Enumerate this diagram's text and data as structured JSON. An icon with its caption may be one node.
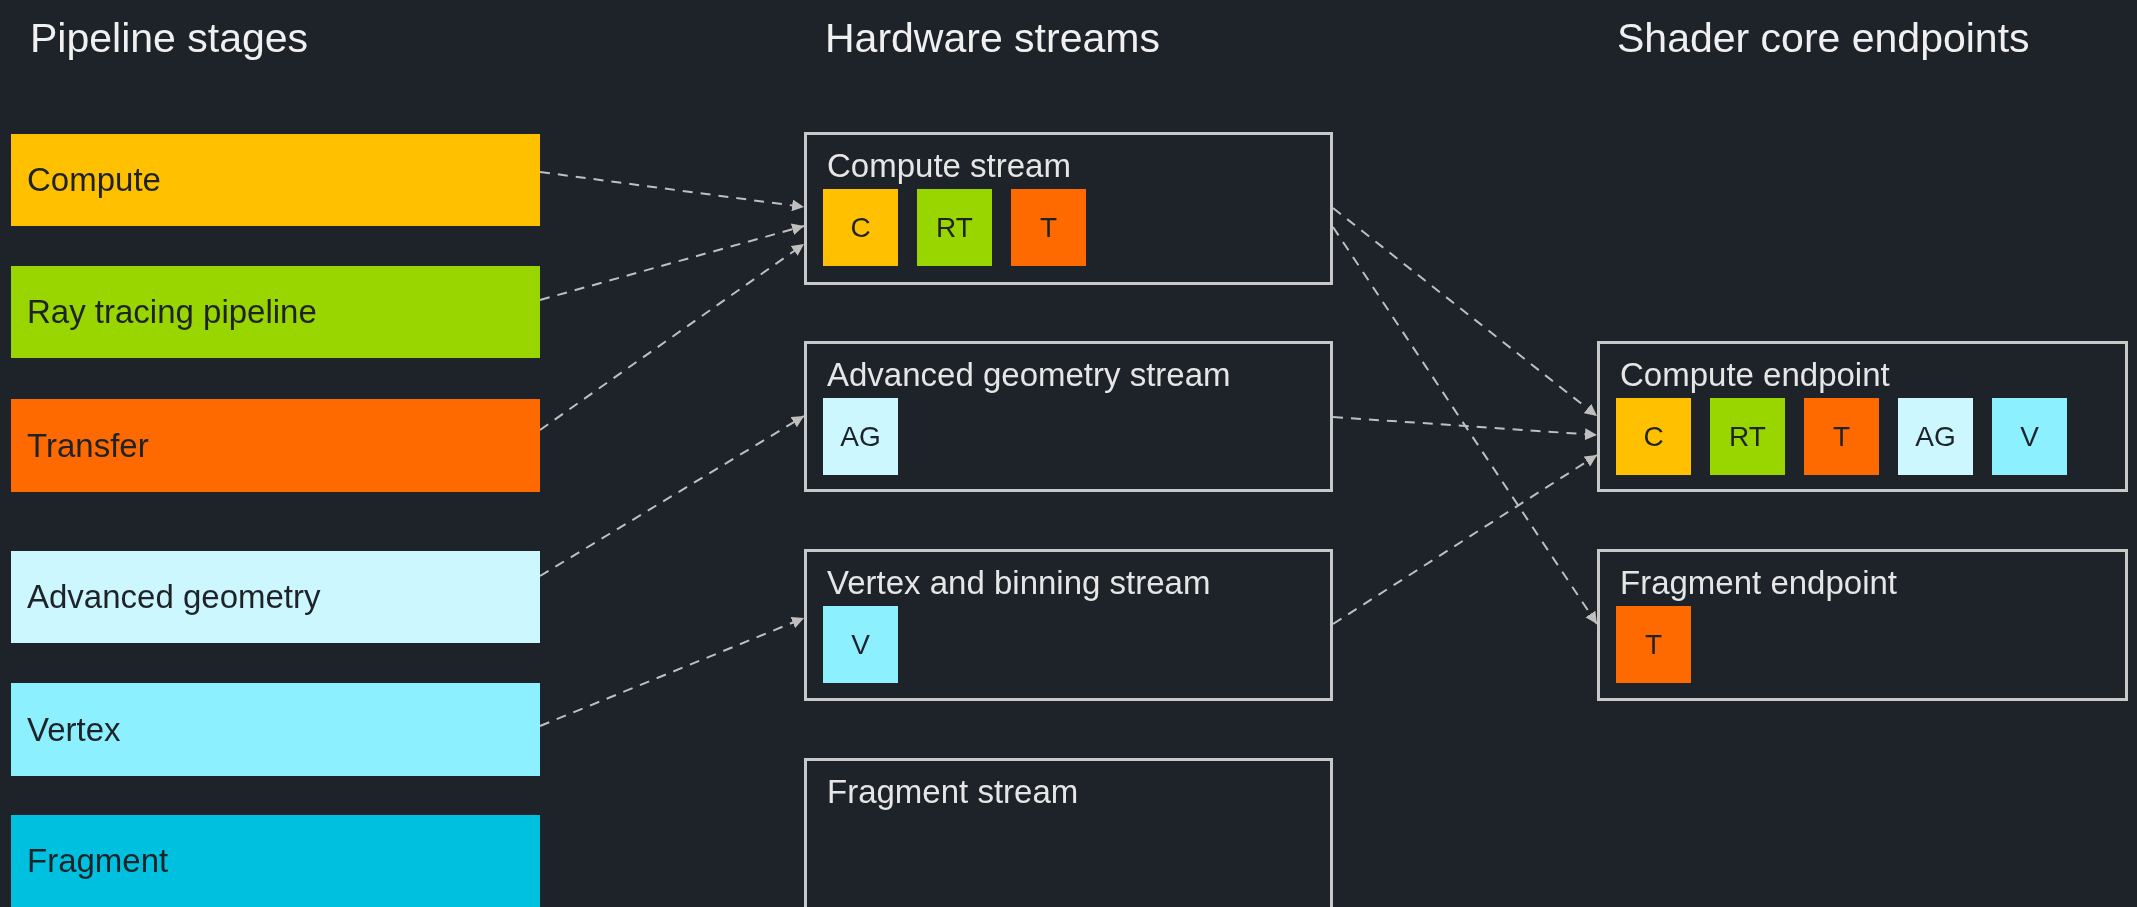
{
  "diagram": {
    "nodes": [
      {
        "text": [
          "Compute"
        ]
      },
      {
        "text": [
          "Ray tracing pipeline"
        ]
      },
      {
        "text": [
          "Transfer"
        ]
      },
      {
        "text": [
          "Advanced geometry"
        ]
      },
      {
        "text": [
          "Vertex"
        ]
      },
      {
        "text": [
          "Fragment"
        ]
      },
      {
        "text": [
          "Compute stream"
        ]
      },
      {
        "text": [
          "C"
        ],
        "in": 6
      },
      {
        "text": [
          "RT"
        ],
        "in": 6
      },
      {
        "text": [
          "T"
        ],
        "in": 6
      },
      {
        "text": [
          "Advanced geometry stream"
        ]
      },
      {
        "text": [
          "AG"
        ],
        "in": 10
      },
      {
        "text": [
          "Vertex and binning stream"
        ]
      },
      {
        "text": [
          "V"
        ],
        "in": 12
      },
      {
        "text": [
          "Fragment stream"
        ]
      },
      {
        "text": [
          "Compute endpoint"
        ]
      },
      {
        "text": [
          "C"
        ],
        "in": 15
      },
      {
        "text": [
          "RT"
        ],
        "in": 15
      },
      {
        "text": [
          "T"
        ],
        "in": 15
      },
      {
        "text": [
          "AG"
        ],
        "in": 15
      },
      {
        "text": [
          "V"
        ],
        "in": 15
      },
      {
        "text": [
          "Fragment endpoint"
        ]
      },
      {
        "text": [
          "T"
        ],
        "in": 21
      }
    ],
    "edges": [
      {
        "from": 0,
        "to": 6,
        "arrow": "to",
        "style": "dashed"
      },
      {
        "from": 1,
        "to": 6,
        "arrow": "to",
        "style": "dashed"
      },
      {
        "from": 2,
        "to": 6,
        "arrow": "to",
        "style": "dashed"
      },
      {
        "from": 3,
        "to": 10,
        "arrow": "to",
        "style": "dashed"
      },
      {
        "from": 4,
        "to": 12,
        "arrow": "to",
        "style": "dashed"
      },
      {
        "from": 6,
        "to": 15,
        "arrow": "to",
        "style": "dashed"
      },
      {
        "from": 6,
        "to": 21,
        "arrow": "to",
        "style": "dashed"
      },
      {
        "from": 10,
        "to": 15,
        "arrow": "to",
        "style": "dashed"
      },
      {
        "from": 12,
        "to": 15,
        "arrow": "to",
        "style": "dashed"
      }
    ],
    "labels": [
      "Pipeline stages",
      "Hardware streams",
      "Shader core endpoints"
    ]
  }
}
